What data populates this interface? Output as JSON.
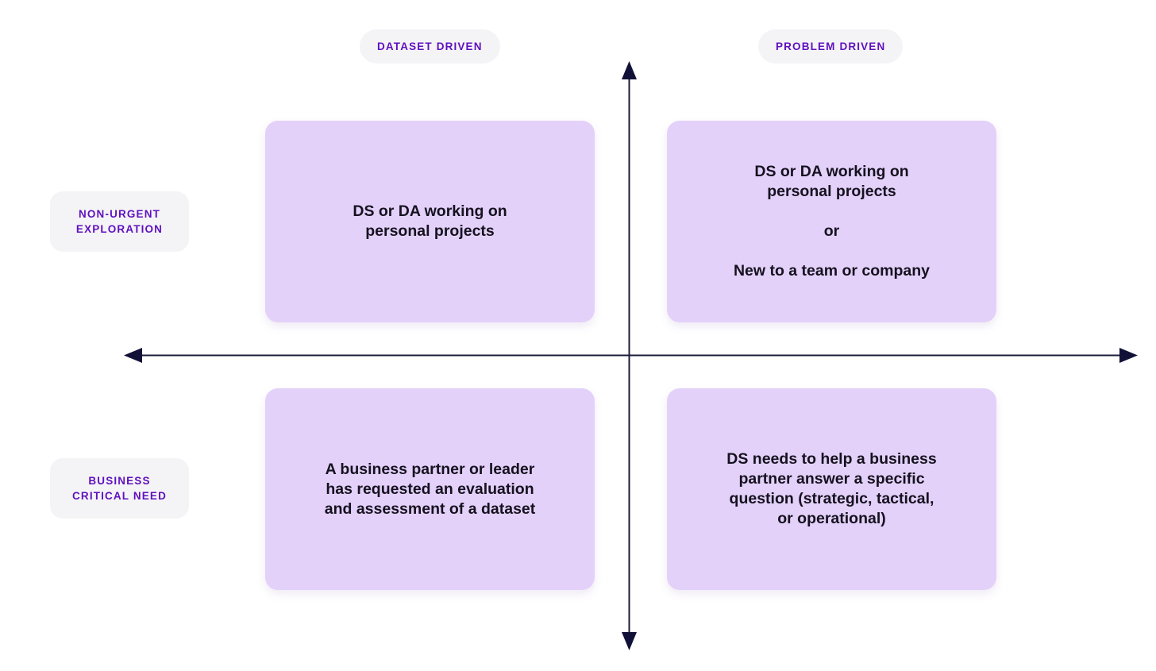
{
  "diagram": {
    "type": "2x2-matrix",
    "title": "",
    "background_color": "#ffffff",
    "card_color": "#e4d1fa",
    "pill_color": "#f4f4f6",
    "accent_color": "#5f10bf",
    "text_color": "#15121f",
    "axis_color": "#1b1b3a"
  },
  "axes": {
    "x_axis": {
      "name": "horizontal-axis",
      "left_arrow": true,
      "right_arrow": true,
      "left_label": "DATASET DRIVEN",
      "right_label": "PROBLEM DRIVEN"
    },
    "y_axis": {
      "name": "vertical-axis",
      "up_arrow": true,
      "down_arrow": true,
      "top_label": "NON-URGENT\nEXPLORATION",
      "bottom_label": "BUSINESS\nCRITICAL NEED"
    }
  },
  "column_labels": [
    {
      "id": "dataset-driven",
      "text": "DATASET DRIVEN"
    },
    {
      "id": "problem-driven",
      "text": "PROBLEM DRIVEN"
    }
  ],
  "row_labels": [
    {
      "id": "non-urgent-exploration",
      "text": "NON-URGENT\nEXPLORATION"
    },
    {
      "id": "business-critical-need",
      "text": "BUSINESS\nCRITICAL NEED"
    }
  ],
  "quadrants": {
    "top_left": {
      "row": "NON-URGENT EXPLORATION",
      "column": "DATASET DRIVEN",
      "lines": [
        "DS or DA working on\npersonal projects"
      ]
    },
    "top_right": {
      "row": "NON-URGENT EXPLORATION",
      "column": "PROBLEM DRIVEN",
      "lines": [
        "DS or DA working on\npersonal projects",
        "or",
        "New to a team or company"
      ]
    },
    "bottom_left": {
      "row": "BUSINESS CRITICAL NEED",
      "column": "DATASET DRIVEN",
      "lines": [
        "A business partner or leader\nhas requested an evaluation\nand assessment of a dataset"
      ]
    },
    "bottom_right": {
      "row": "BUSINESS CRITICAL NEED",
      "column": "PROBLEM DRIVEN",
      "lines": [
        "DS needs to help a business\npartner answer a specific\nquestion (strategic, tactical,\nor operational)"
      ]
    }
  }
}
